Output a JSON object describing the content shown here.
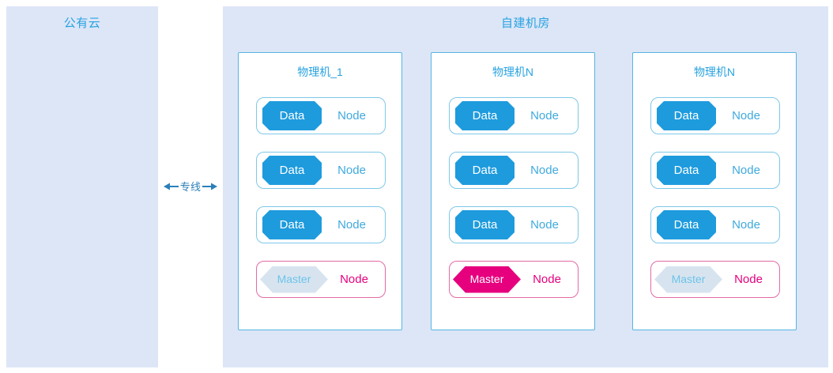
{
  "zones": {
    "public": {
      "title": "公有云"
    },
    "private": {
      "title": "自建机房"
    }
  },
  "link": {
    "label": "专线"
  },
  "colors": {
    "zone_bg": "#dde6f7",
    "accent_blue": "#29a3e0",
    "data_badge": "#1e9bdd",
    "node_text": "#3fa9dd",
    "master_active": "#e6007e",
    "master_inactive_fill": "#d7e4f0",
    "master_inactive_text": "#6ec3e8",
    "machine_border": "#56b4e3",
    "master_row_border": "#e26aa5"
  },
  "machines": [
    {
      "title": "物理机_1",
      "rows": [
        {
          "badge": "Data",
          "label": "Node",
          "type": "data"
        },
        {
          "badge": "Data",
          "label": "Node",
          "type": "data"
        },
        {
          "badge": "Data",
          "label": "Node",
          "type": "data"
        },
        {
          "badge": "Master",
          "label": "Node",
          "type": "master",
          "state": "inactive"
        }
      ]
    },
    {
      "title": "物理机N",
      "rows": [
        {
          "badge": "Data",
          "label": "Node",
          "type": "data"
        },
        {
          "badge": "Data",
          "label": "Node",
          "type": "data"
        },
        {
          "badge": "Data",
          "label": "Node",
          "type": "data"
        },
        {
          "badge": "Master",
          "label": "Node",
          "type": "master",
          "state": "active"
        }
      ]
    },
    {
      "title": "物理机N",
      "rows": [
        {
          "badge": "Data",
          "label": "Node",
          "type": "data"
        },
        {
          "badge": "Data",
          "label": "Node",
          "type": "data"
        },
        {
          "badge": "Data",
          "label": "Node",
          "type": "data"
        },
        {
          "badge": "Master",
          "label": "Node",
          "type": "master",
          "state": "inactive"
        }
      ]
    }
  ]
}
